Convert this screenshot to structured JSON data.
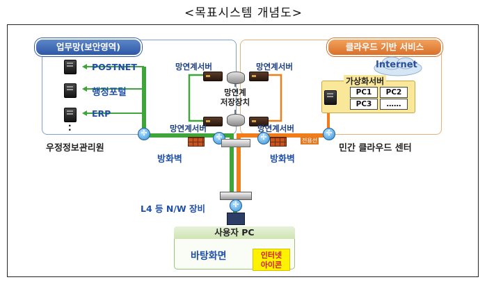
{
  "title": "<목표시스템 개념도>",
  "left_panel": {
    "header": "업무망(보안영역)",
    "items": [
      "POSTNET",
      "행정포털",
      "ERP"
    ],
    "footer": "우정정보관리원"
  },
  "right_panel": {
    "header": "클라우드 기반 서비스",
    "internet": "Internet",
    "vserver_title": "가상화서버",
    "vserver_cells": [
      "PC1",
      "PC2",
      "PC3",
      "……"
    ],
    "footer": "민간 클라우드 센터",
    "line_label": "전용선"
  },
  "center": {
    "server_labels": [
      "망연계서버",
      "망연계서버",
      "망연계서버",
      "망연계서버"
    ],
    "storage_label": "망연계\n저장장치",
    "firewall_left": "방화벽",
    "firewall_right": "방화벽",
    "l4_label": "L4 등 N/W 장비"
  },
  "user_pc": {
    "header": "사용자 PC",
    "desktop": "바탕화면",
    "badge": "인터넷\n아이콘"
  },
  "colors": {
    "green_line": "#3ea53a",
    "orange_line": "#f07d1a",
    "blue_accent": "#2e59a7",
    "orange_accent": "#d9702a"
  }
}
